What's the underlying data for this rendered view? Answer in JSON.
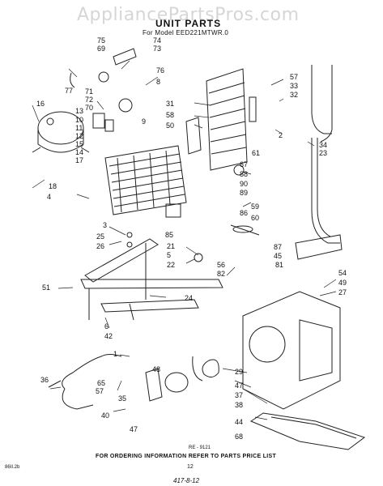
{
  "watermark": "AppliancePartsPros.com",
  "header": {
    "title": "UNIT PARTS",
    "model_line": "For Model EED221MTWR.0"
  },
  "callouts": [
    "75",
    "74",
    "69",
    "73",
    "77",
    "76",
    "8",
    "71",
    "72",
    "70",
    "9",
    "16",
    "13",
    "10",
    "11",
    "12",
    "15",
    "14",
    "17",
    "18",
    "4",
    "31",
    "58",
    "50",
    "57",
    "33",
    "32",
    "34",
    "23",
    "2",
    "61",
    "67",
    "88",
    "90",
    "89",
    "86",
    "59",
    "60",
    "3",
    "25",
    "26",
    "85",
    "21",
    "5",
    "22",
    "56",
    "82",
    "87",
    "45",
    "81",
    "51",
    "24",
    "54",
    "49",
    "27",
    "6",
    "42",
    "1",
    "48",
    "36",
    "65",
    "57",
    "35",
    "29",
    "47",
    "37",
    "38",
    "44",
    "40",
    "47",
    "68"
  ],
  "footer": {
    "reference": "RE - 9121",
    "instruction": "FOR ORDERING INFORMATION REFER TO PARTS PRICE LIST",
    "page_number": "12",
    "code": "86II.2b",
    "handwritten": "417-8-12"
  }
}
